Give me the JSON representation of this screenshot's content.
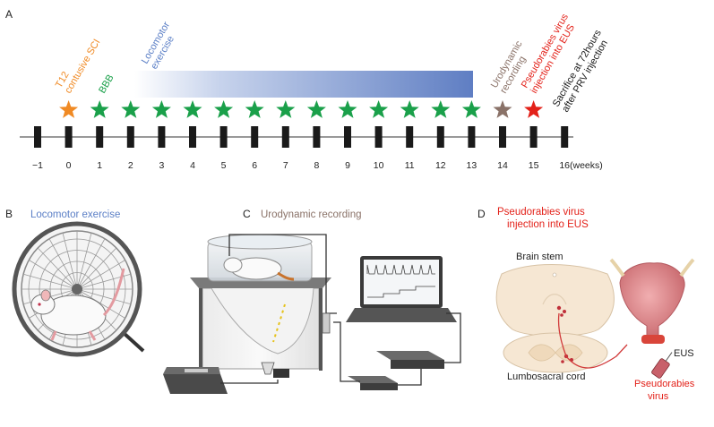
{
  "panel_a": {
    "letter": "A",
    "timeline_labels": [
      "−1",
      "0",
      "1",
      "2",
      "3",
      "4",
      "5",
      "6",
      "7",
      "8",
      "9",
      "10",
      "11",
      "12",
      "13",
      "14",
      "15",
      "16"
    ],
    "units": "(weeks)",
    "events": {
      "sci_line1": "T12",
      "sci_line2": "contusive SCI",
      "bbb": "BBB",
      "locomotor_line1": "Locomotor",
      "locomotor_line2": "exercise",
      "urodynamic_line1": "Urodynamic",
      "urodynamic_line2": "recording",
      "prv_line1": "Pseudorabies virus",
      "prv_line2": "injection into EUS",
      "sacrifice_line1": "Sacrifice at 72hours",
      "sacrifice_line2": "after PRV injection"
    },
    "colors": {
      "sci": "#f08a24",
      "bbb": "#1aa04a",
      "locomotor": "#5b7fc6",
      "urodynamic": "#8a7268",
      "prv": "#e32119",
      "sacrifice": "#1a1a1a"
    }
  },
  "panel_b": {
    "letter": "B",
    "title": "Locomotor exercise"
  },
  "panel_c": {
    "letter": "C",
    "title": "Urodynamic recording"
  },
  "panel_d": {
    "letter": "D",
    "title_line1": "Pseudorabies virus",
    "title_line2": "injection into EUS",
    "brain_stem": "Brain stem",
    "lumbosacral": "Lumbosacral cord",
    "eus": "EUS",
    "virus_line1": "Pseudorabies",
    "virus_line2": "virus"
  }
}
